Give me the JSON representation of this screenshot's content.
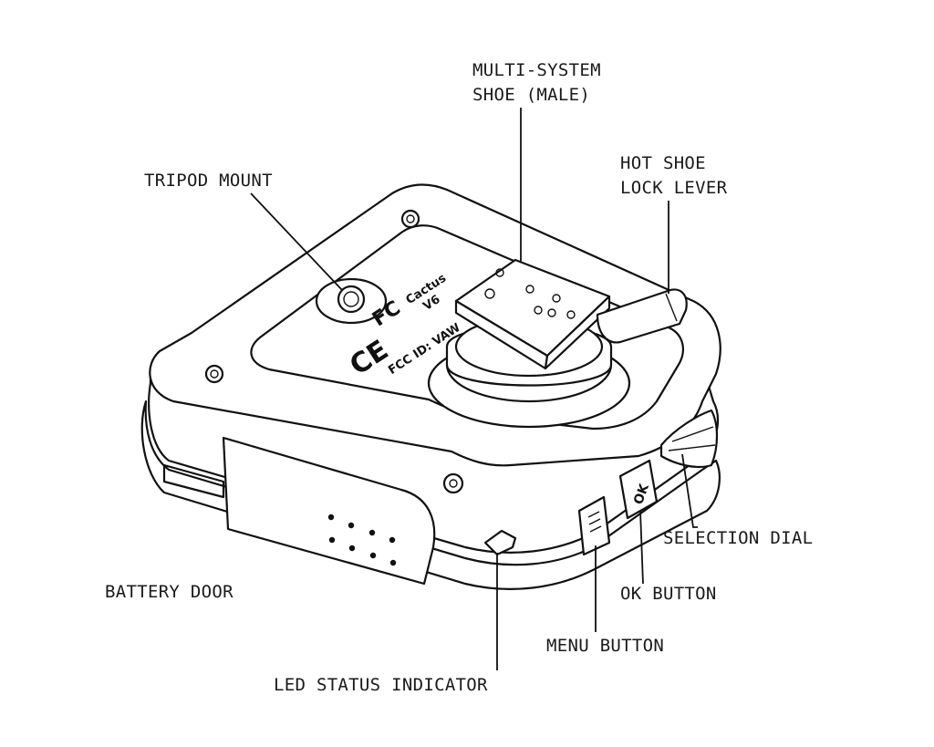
{
  "labels": {
    "multi_system_shoe_line1": "MULTI-SYSTEM",
    "multi_system_shoe_line2": "SHOE (MALE)",
    "hot_shoe_lock_line1": "HOT SHOE",
    "hot_shoe_lock_line2": "LOCK LEVER",
    "tripod_mount": "TRIPOD MOUNT",
    "selection_dial": "SELECTION DIAL",
    "ok_button": "OK BUTTON",
    "menu_button": "MENU BUTTON",
    "battery_door": "BATTERY DOOR",
    "led_status_indicator": "LED STATUS INDICATOR"
  },
  "device_markings": {
    "fcc_id": "FCC ID: VAW",
    "brand": "Cactus",
    "model": "V6",
    "ok_key": "OK"
  },
  "colors": {
    "line": "#111111",
    "background": "#ffffff"
  }
}
